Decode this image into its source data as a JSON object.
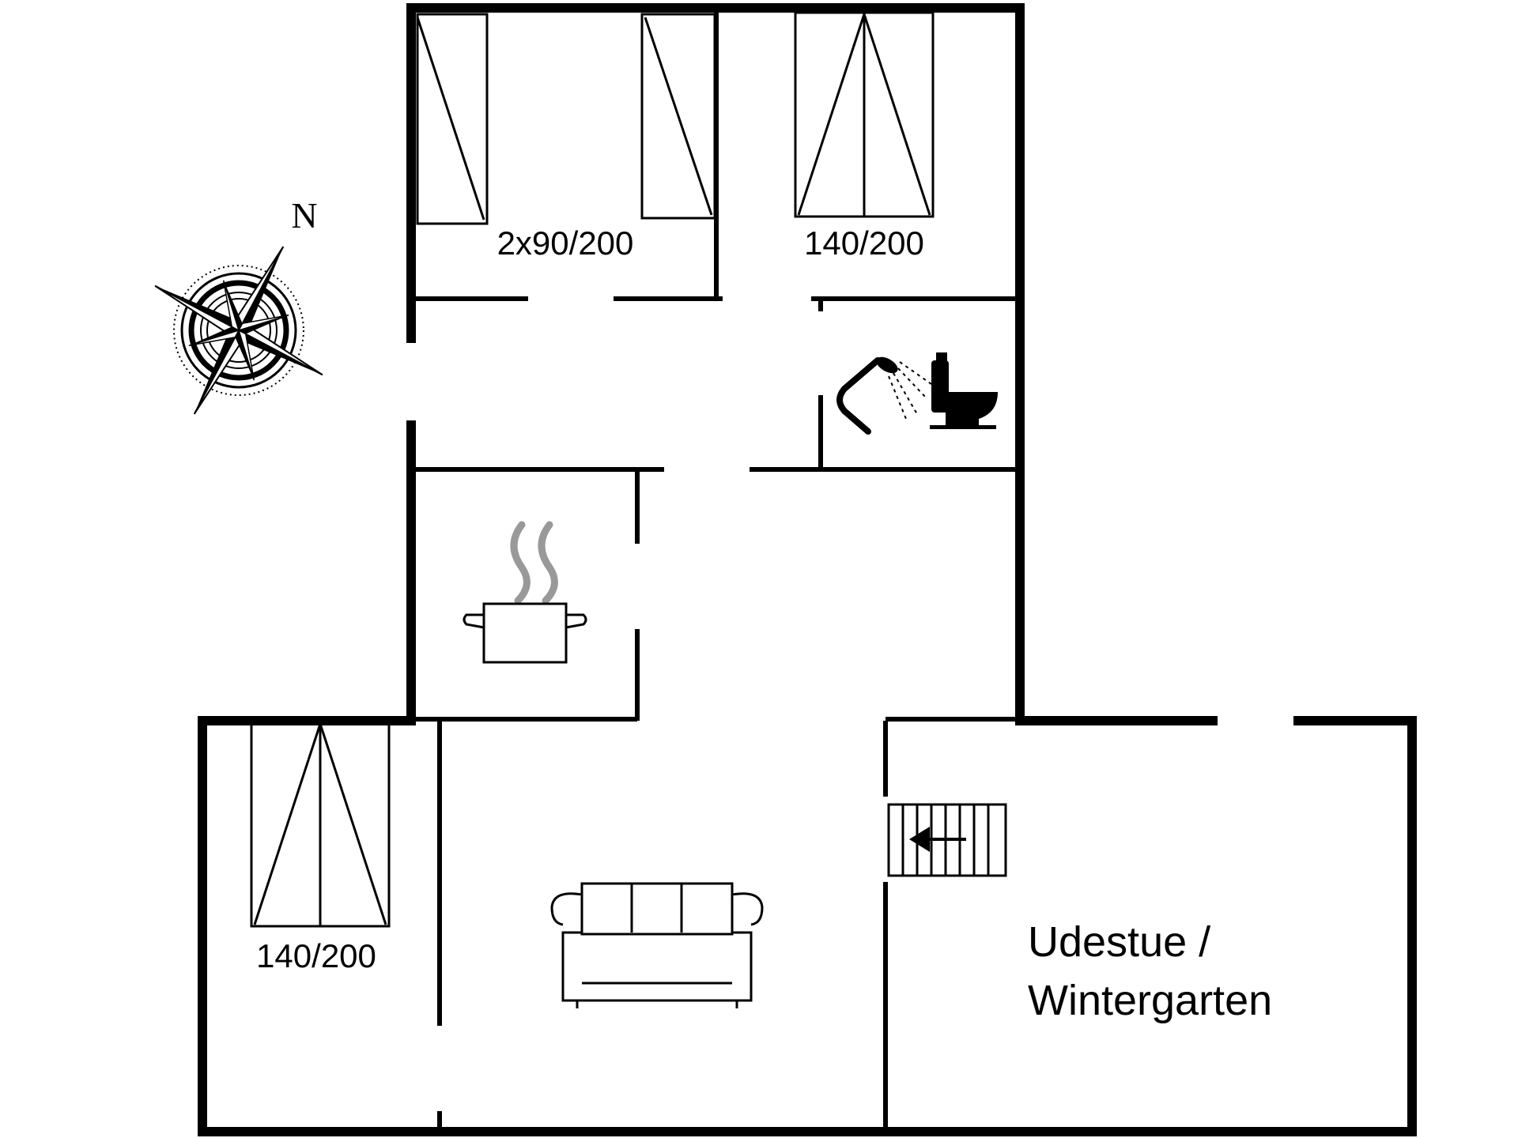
{
  "compass": {
    "north_label": "N"
  },
  "rooms": {
    "bedroom_twin": {
      "bed_label": "2x90/200"
    },
    "bedroom_double_top": {
      "bed_label": "140/200"
    },
    "bedroom_double_bottom": {
      "bed_label": "140/200"
    },
    "sunroom": {
      "label_line1": "Udestue /",
      "label_line2": "Wintergarten"
    }
  },
  "colors": {
    "wall": "#000000",
    "background": "#ffffff"
  },
  "icons": [
    "compass-rose-icon",
    "shower-icon",
    "toilet-icon",
    "cooking-pot-icon",
    "sofa-icon",
    "stairs-arrow-icon"
  ]
}
